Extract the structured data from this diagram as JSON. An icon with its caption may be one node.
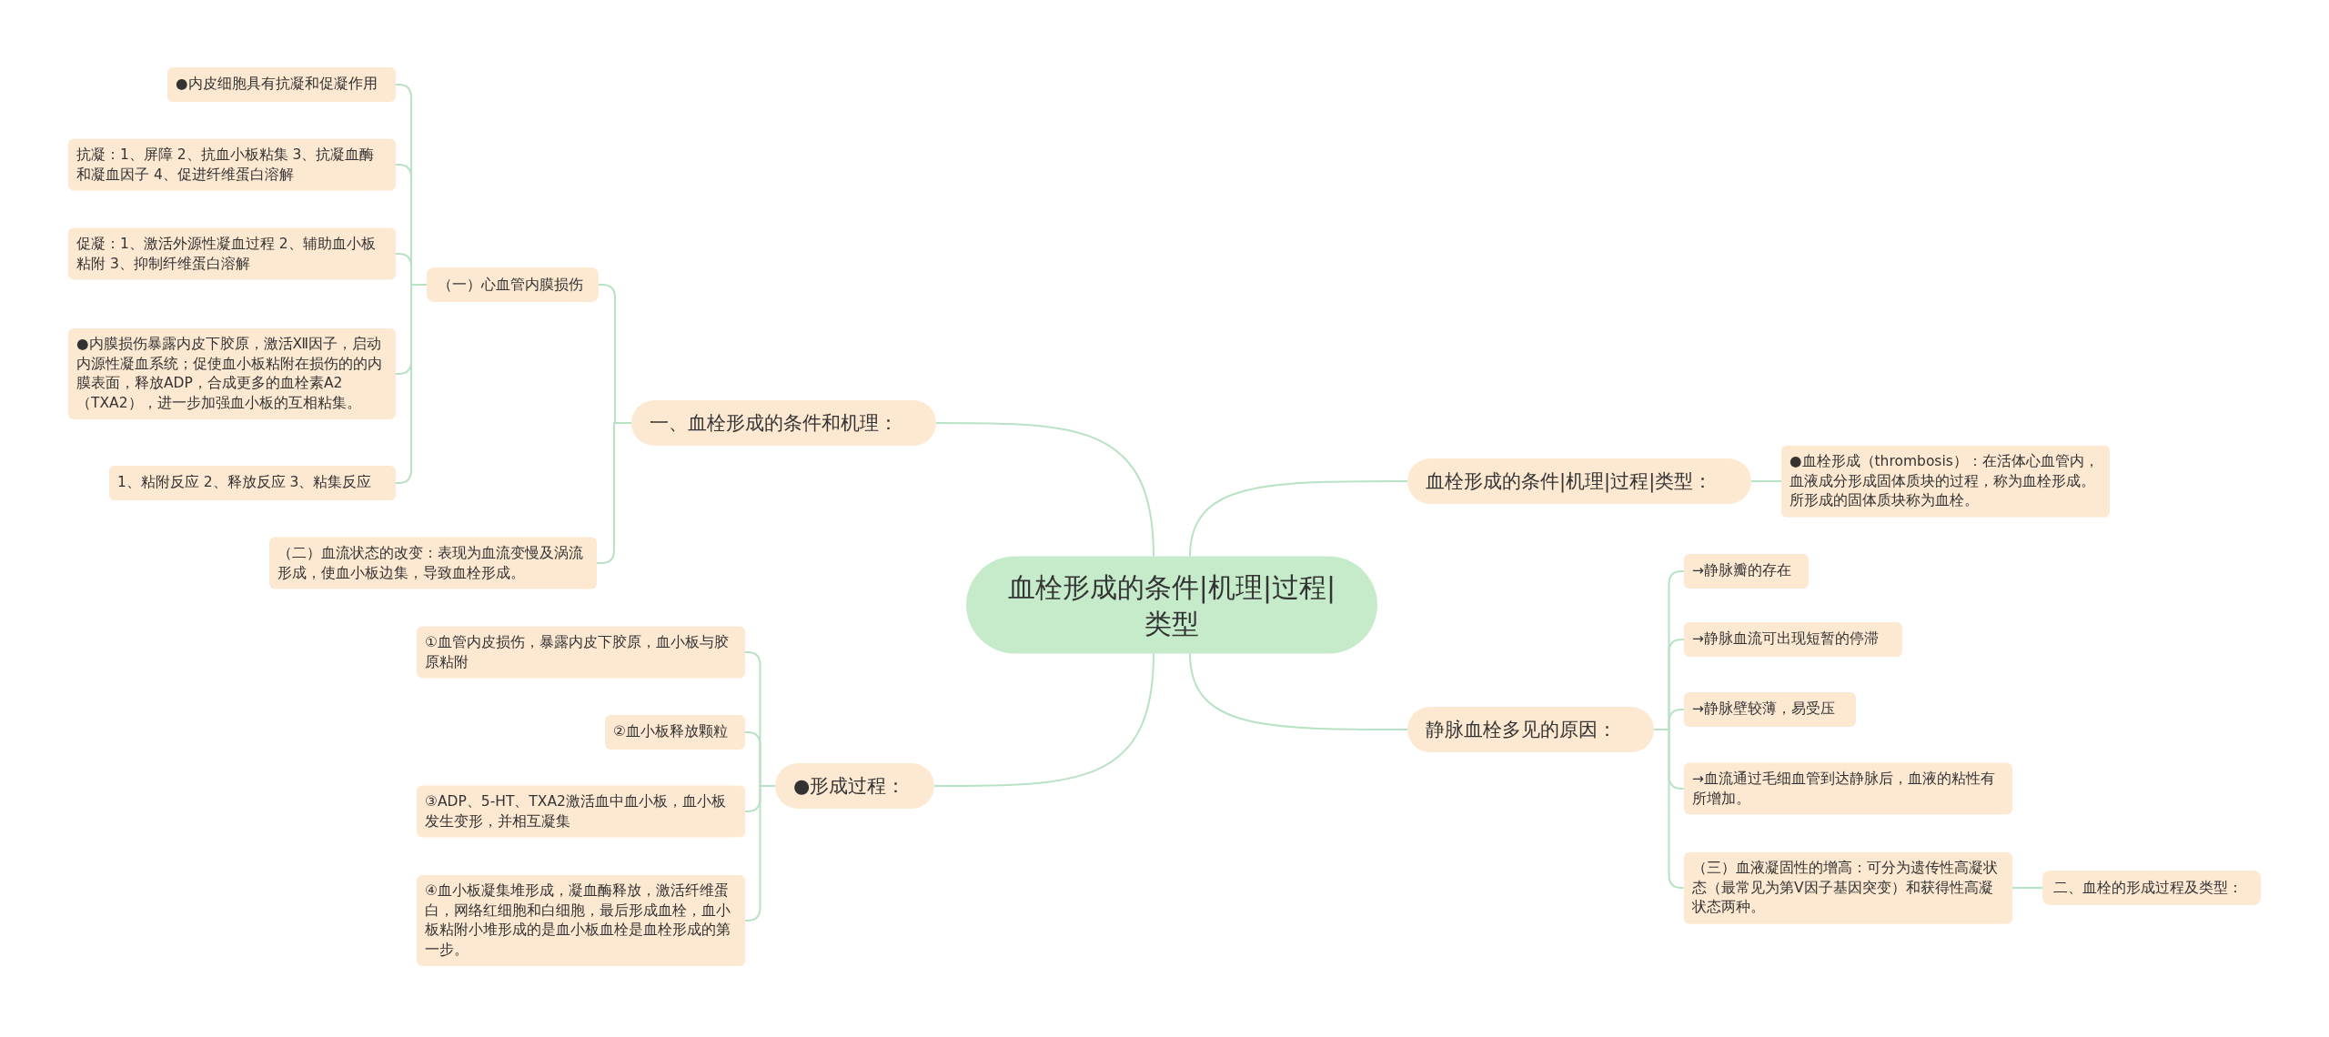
{
  "diagram": {
    "nodes": [
      {
        "text": [
          "血栓形成的条件|机理|过程|类型"
        ]
      },
      {
        "text": [
          "一、血栓形成的条件和机理："
        ]
      },
      {
        "text": [
          "（一）心血管内膜损伤"
        ]
      },
      {
        "text": [
          "●内皮细胞具有抗凝和促凝作用"
        ]
      },
      {
        "text": [
          "抗凝：1、屏障 2、抗血小板粘集 3、抗凝血酶和凝血因子 4、促进纤维蛋白溶解"
        ]
      },
      {
        "text": [
          "促凝：1、激活外源性凝血过程 2、辅助血小板粘附 3、抑制纤维蛋白溶解"
        ]
      },
      {
        "text": [
          "●内膜损伤暴露内皮下胶原，激活Ⅻ因子，启动内源性凝血系统；促使血小板粘附在损伤的的内膜表面，释放ADP，合成更多的血栓素A2（TXA2），进一步加强血小板的互相粘集。"
        ]
      },
      {
        "text": [
          "1、粘附反应 2、释放反应 3、粘集反应"
        ]
      },
      {
        "text": [
          "（二）血流状态的改变：表现为血流变慢及涡流形成，使血小板边集，导致血栓形成。"
        ]
      },
      {
        "text": [
          "●形成过程："
        ]
      },
      {
        "text": [
          "①血管内皮损伤，暴露内皮下胶原，血小板与胶原粘附"
        ]
      },
      {
        "text": [
          "②血小板释放颗粒"
        ]
      },
      {
        "text": [
          "③ADP、5-HT、TXA2激活血中血小板，血小板发生变形，并相互凝集"
        ]
      },
      {
        "text": [
          "④血小板凝集堆形成，凝血酶释放，激活纤维蛋白，网络红细胞和白细胞，最后形成血栓，血小板粘附小堆形成的是血小板血栓是血栓形成的第一步。"
        ]
      },
      {
        "text": [
          "血栓形成的条件|机理|过程|类型："
        ]
      },
      {
        "text": [
          "●血栓形成（thrombosis）：在活体心血管内，血液成分形成固体质块的过程，称为血栓形成。所形成的固体质块称为血栓。"
        ]
      },
      {
        "text": [
          "静脉血栓多见的原因："
        ]
      },
      {
        "text": [
          "→静脉瓣的存在"
        ]
      },
      {
        "text": [
          "→静脉血流可出现短暂的停滞"
        ]
      },
      {
        "text": [
          "→静脉壁较薄，易受压"
        ]
      },
      {
        "text": [
          "→血流通过毛细血管到达静脉后，血液的粘性有所增加。"
        ]
      },
      {
        "text": [
          "（三）血液凝固性的增高：可分为遗传性高凝状态（最常见为第V因子基因突变）和获得性高凝状态两种。"
        ]
      },
      {
        "text": [
          "二、血栓的形成过程及类型："
        ]
      }
    ],
    "edges": [
      {
        "from": 0,
        "to": 1,
        "arrow": "none"
      },
      {
        "from": 1,
        "to": 2,
        "arrow": "none"
      },
      {
        "from": 2,
        "to": 3,
        "arrow": "none"
      },
      {
        "from": 2,
        "to": 4,
        "arrow": "none"
      },
      {
        "from": 2,
        "to": 5,
        "arrow": "none"
      },
      {
        "from": 2,
        "to": 6,
        "arrow": "none"
      },
      {
        "from": 2,
        "to": 7,
        "arrow": "none"
      },
      {
        "from": 1,
        "to": 8,
        "arrow": "none"
      },
      {
        "from": 0,
        "to": 9,
        "arrow": "none"
      },
      {
        "from": 9,
        "to": 10,
        "arrow": "none"
      },
      {
        "from": 9,
        "to": 11,
        "arrow": "none"
      },
      {
        "from": 9,
        "to": 12,
        "arrow": "none"
      },
      {
        "from": 9,
        "to": 13,
        "arrow": "none"
      },
      {
        "from": 0,
        "to": 14,
        "arrow": "none"
      },
      {
        "from": 14,
        "to": 15,
        "arrow": "none"
      },
      {
        "from": 0,
        "to": 16,
        "arrow": "none"
      },
      {
        "from": 16,
        "to": 17,
        "arrow": "none"
      },
      {
        "from": 16,
        "to": 18,
        "arrow": "none"
      },
      {
        "from": 16,
        "to": 19,
        "arrow": "none"
      },
      {
        "from": 16,
        "to": 20,
        "arrow": "none"
      },
      {
        "from": 16,
        "to": 21,
        "arrow": "none"
      },
      {
        "from": 21,
        "to": 22,
        "arrow": "none"
      }
    ]
  }
}
